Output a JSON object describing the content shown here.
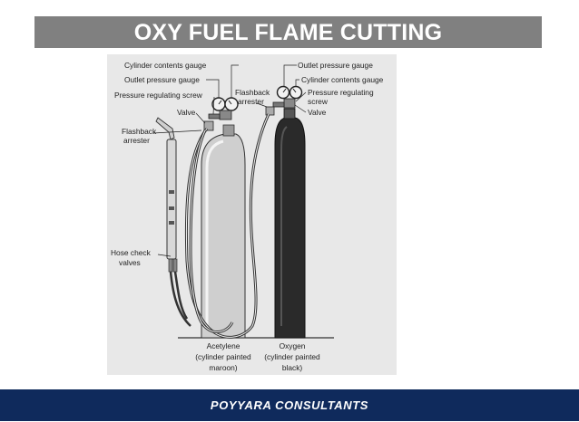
{
  "slide": {
    "title": "OXY FUEL FLAME CUTTING",
    "footer": "POYYARA CONSULTANTS"
  },
  "diagram": {
    "labels": {
      "cyl_contents_gauge_left": "Cylinder contents gauge",
      "outlet_pressure_gauge_left": "Outlet pressure gauge",
      "pressure_reg_screw_left": "Pressure regulating screw",
      "valve_left": "Valve",
      "flashback_arrester_left_1": "Flashback",
      "flashback_arrester_left_2": "arrester",
      "hose_check_valves_1": "Hose check",
      "hose_check_valves_2": "valves",
      "flashback_arrester_mid_1": "Flashback",
      "flashback_arrester_mid_2": "arrester",
      "outlet_pressure_gauge_right": "Outlet pressure gauge",
      "cyl_contents_gauge_right": "Cylinder contents gauge",
      "pressure_reg_screw_right_1": "Pressure regulating",
      "pressure_reg_screw_right_2": "screw",
      "valve_right": "Valve",
      "acetylene_1": "Acetylene",
      "acetylene_2": "(cylinder painted",
      "acetylene_3": "maroon)",
      "oxygen_1": "Oxygen",
      "oxygen_2": "(cylinder painted",
      "oxygen_3": "black)"
    },
    "colors": {
      "acetylene_cylinder": "#c8c8c8",
      "oxygen_cylinder": "#2a2a2a"
    }
  }
}
